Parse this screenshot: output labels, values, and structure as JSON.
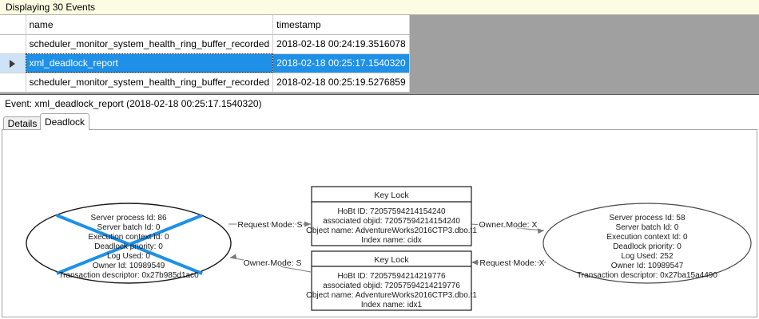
{
  "banner": {
    "text": "Displaying 30 Events"
  },
  "grid": {
    "columns": [
      "",
      "name",
      "timestamp"
    ],
    "rows": [
      {
        "indicator": "",
        "name": "scheduler_monitor_system_health_ring_buffer_recorded",
        "timestamp": "2018-02-18 00:24:19.3516078",
        "selected": false
      },
      {
        "indicator": "▶",
        "name": "xml_deadlock_report",
        "timestamp": "2018-02-18 00:25:17.1540320",
        "selected": true
      },
      {
        "indicator": "",
        "name": "scheduler_monitor_system_health_ring_buffer_recorded",
        "timestamp": "2018-02-18 00:25:19.5276859",
        "selected": false
      }
    ]
  },
  "event_header": {
    "text": "Event: xml_deadlock_report (2018-02-18 00:25:17.1540320)"
  },
  "tabs": [
    {
      "label": "Details",
      "active": false
    },
    {
      "label": "Deadlock",
      "active": true
    }
  ],
  "deadlock_graph": {
    "victim_marker_color": "#1e90e8",
    "processes": [
      {
        "id": "left-process",
        "is_victim": true,
        "lines": [
          "Server process Id: 86",
          "Server batch Id: 0",
          "Execution context Id: 0",
          "Deadlock priority: 0",
          "Log Used: 0",
          "Owner Id: 10989549",
          "Transaction descriptor: 0x27b985d1ac0"
        ]
      },
      {
        "id": "right-process",
        "is_victim": false,
        "lines": [
          "Server process Id: 58",
          "Server batch Id: 0",
          "Execution context Id: 0",
          "Deadlock priority: 0",
          "Log Used: 252",
          "Owner Id: 10989547",
          "Transaction descriptor: 0x27ba15a4490"
        ]
      }
    ],
    "resources": [
      {
        "id": "top-key-lock",
        "title": "Key Lock",
        "lines": [
          "HoBt ID: 72057594214154240",
          "associated objid: 72057594214154240",
          "Object name: AdventureWorks2016CTP3.dbo.t1",
          "Index name: cidx"
        ]
      },
      {
        "id": "bottom-key-lock",
        "title": "Key Lock",
        "lines": [
          "HoBt ID: 72057594214219776",
          "associated objid: 72057594214219776",
          "Object name: AdventureWorks2016CTP3.dbo.t1",
          "Index name: idx1"
        ]
      }
    ],
    "edges": [
      {
        "id": "edge-left-request",
        "label": "Request Mode: S"
      },
      {
        "id": "edge-right-owner",
        "label": "Owner Mode: X"
      },
      {
        "id": "edge-left-owner",
        "label": "Owner Mode: S"
      },
      {
        "id": "edge-right-request",
        "label": "Request Mode: X"
      }
    ]
  }
}
